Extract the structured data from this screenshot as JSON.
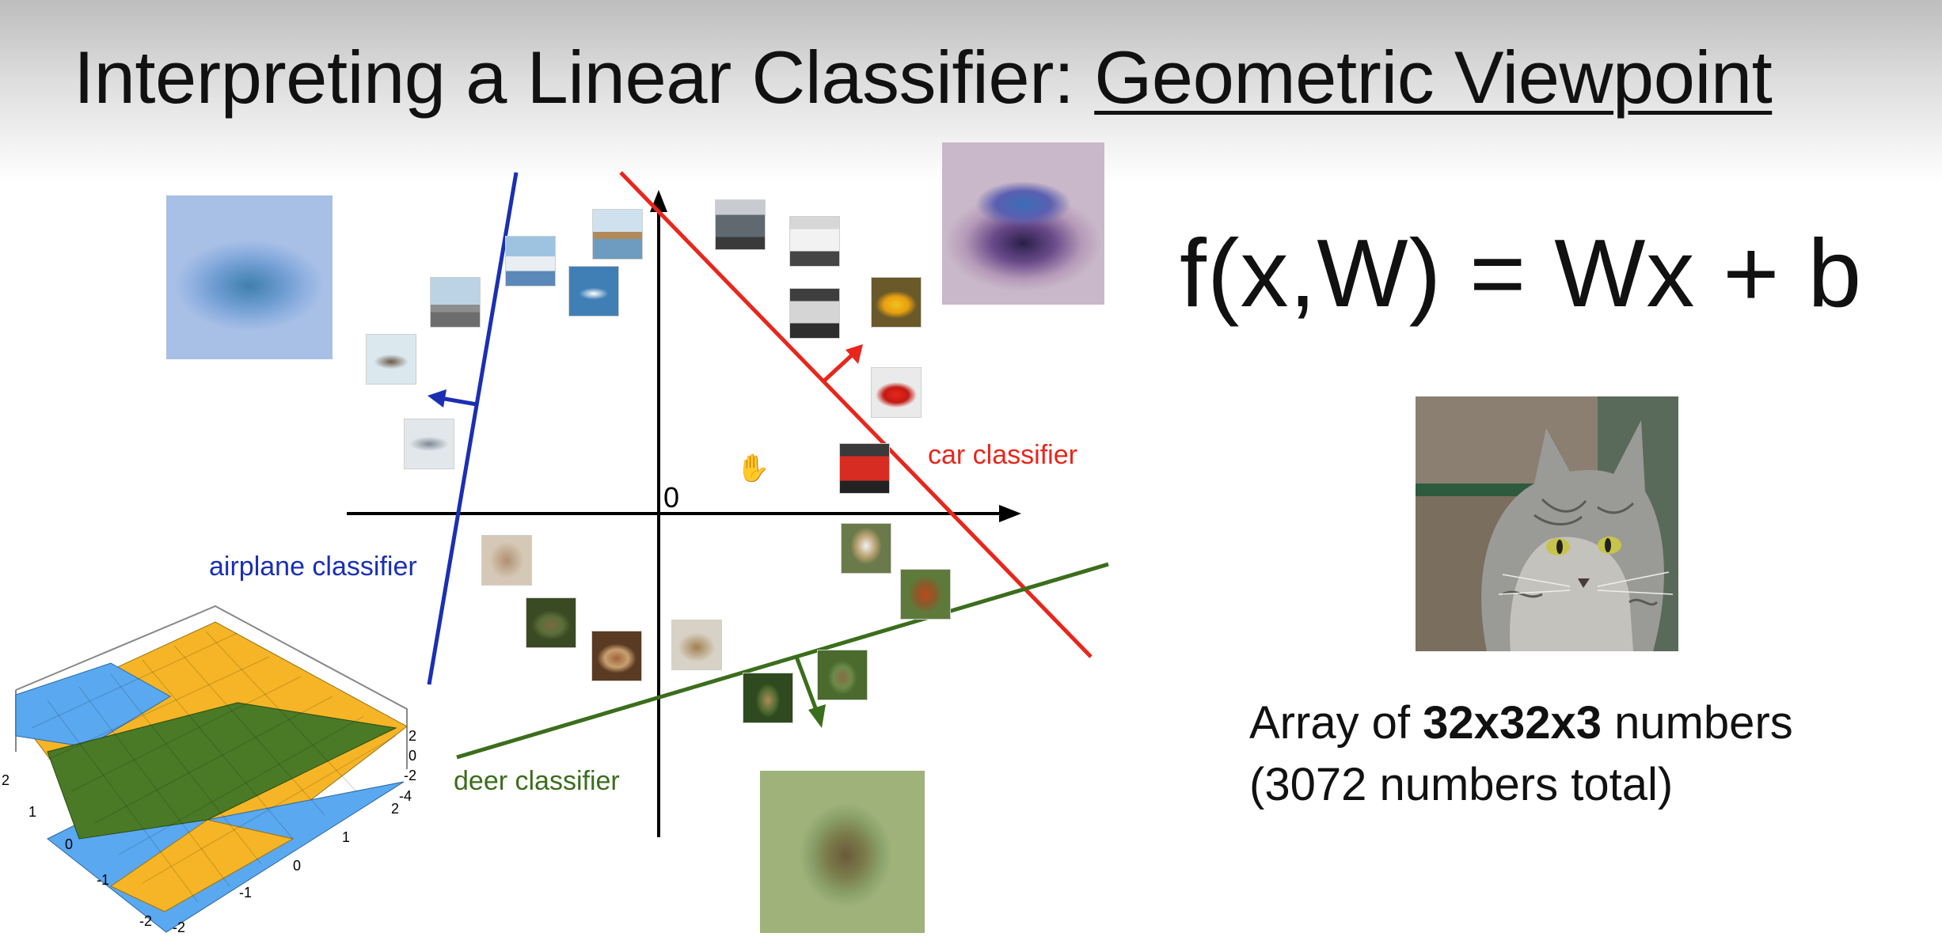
{
  "slide": {
    "title_main": "Interpreting a Linear Classifier: ",
    "title_underlined": "Geometric Viewpoint"
  },
  "equation": "f(x,W) = Wx + b",
  "array_text": {
    "line1_prefix": "Array of ",
    "line1_bold": "32x32x3",
    "line1_suffix": " numbers",
    "line2": "(3072 numbers total)"
  },
  "plot": {
    "origin_label": "0",
    "classifiers": [
      {
        "key": "airplane",
        "label": "airplane classifier",
        "color": "#1a2fb4"
      },
      {
        "key": "car",
        "label": "car classifier",
        "color": "#e8261c"
      },
      {
        "key": "deer",
        "label": "deer classifier",
        "color": "#3b6e1c"
      }
    ],
    "thumbnails": [
      "ship",
      "ship",
      "ship",
      "airplane",
      "airplane",
      "airplane",
      "car",
      "car",
      "car",
      "car",
      "car",
      "car",
      "cat",
      "frog",
      "frog",
      "bird",
      "bird",
      "bird",
      "deer",
      "deer"
    ]
  },
  "surface_plot": {
    "colors": [
      "#5aa8f0",
      "#f5b526",
      "#4a7a26"
    ],
    "x_ticks": [
      "2",
      "1",
      "0",
      "-1",
      "-2"
    ],
    "y_ticks": [
      "-2",
      "-1",
      "0",
      "1",
      "2"
    ],
    "z_ticks": [
      "2",
      "0",
      "-2",
      "-4"
    ]
  }
}
